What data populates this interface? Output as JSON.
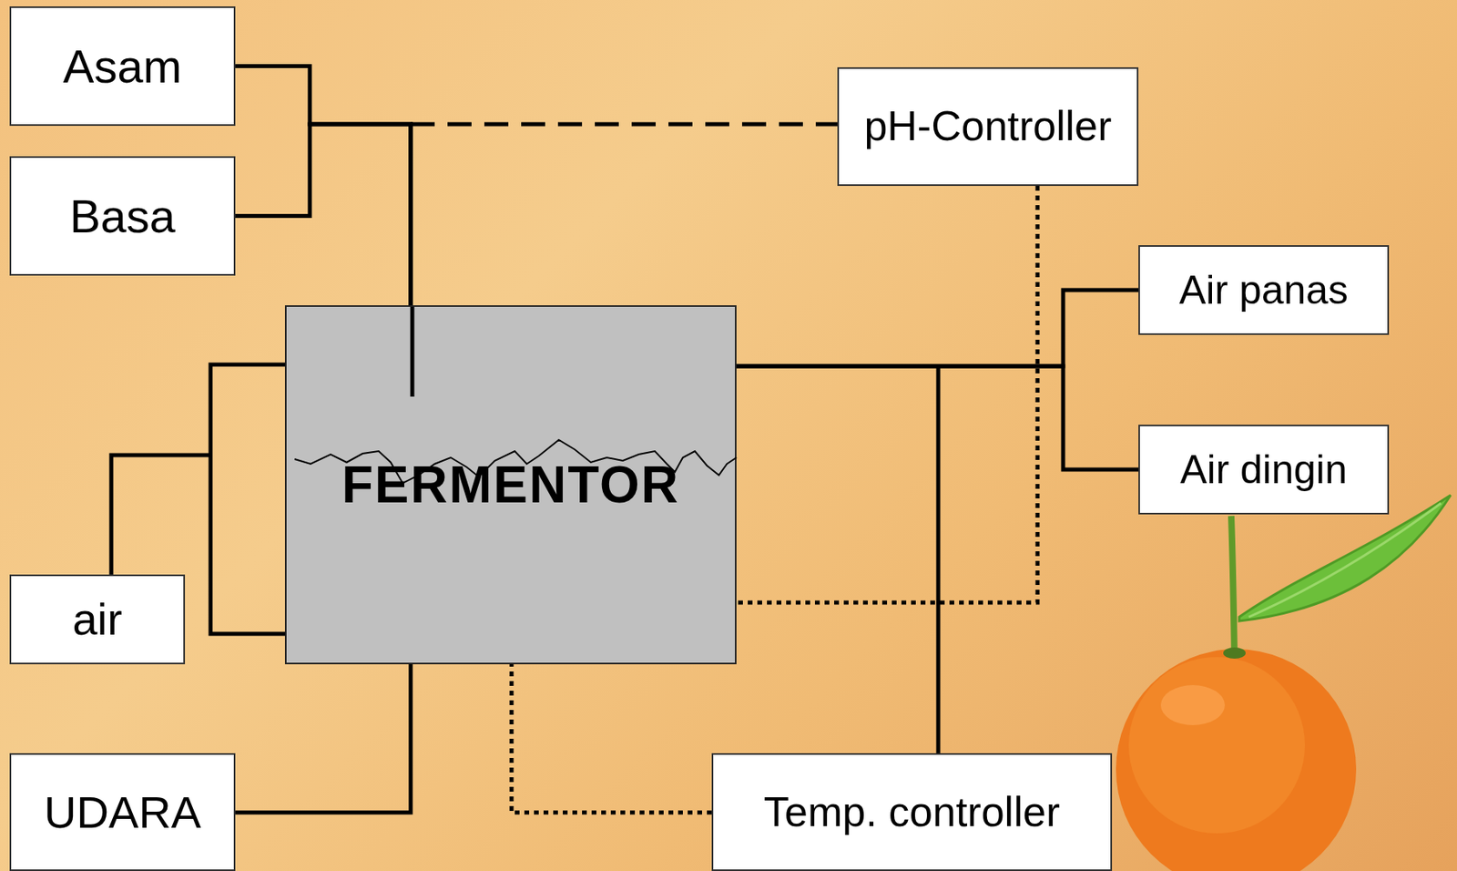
{
  "diagram": {
    "nodes": [
      {
        "text": [
          "Asam"
        ]
      },
      {
        "text": [
          "Basa"
        ]
      },
      {
        "text": [
          "pH-Controller"
        ]
      },
      {
        "text": [
          "FERMENTOR"
        ]
      },
      {
        "text": [
          "Air panas"
        ]
      },
      {
        "text": [
          "Air dingin"
        ]
      },
      {
        "text": [
          "air"
        ]
      },
      {
        "text": [
          "UDARA"
        ]
      },
      {
        "text": [
          "Temp. controller"
        ]
      }
    ],
    "edges": [
      {
        "from": 0,
        "to": 3,
        "arrow": "none"
      },
      {
        "from": 1,
        "to": 3,
        "arrow": "none"
      },
      {
        "from": 2,
        "to": 3,
        "arrow": "none"
      },
      {
        "from": 4,
        "to": 3,
        "arrow": "none"
      },
      {
        "from": 5,
        "to": 3,
        "arrow": "none"
      },
      {
        "from": 6,
        "to": 3,
        "arrow": "none"
      },
      {
        "from": 7,
        "to": 3,
        "arrow": "none"
      },
      {
        "from": 8,
        "to": 3,
        "arrow": "none"
      }
    ]
  }
}
